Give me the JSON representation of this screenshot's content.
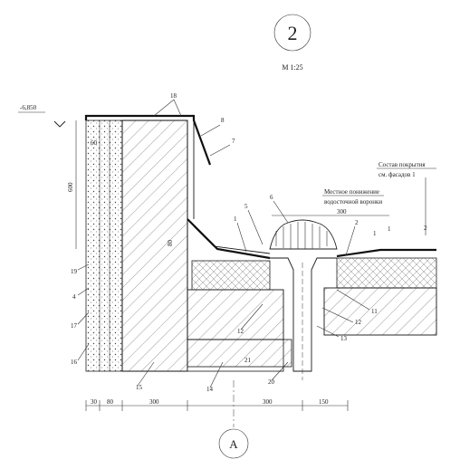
{
  "drawing": {
    "section_mark": "2",
    "scale": "М 1:25",
    "elevation": "-6,850",
    "axis_label": "А",
    "vertical_dim": "600",
    "note_top_right": [
      "Состав покрытия",
      "см. фасадов 1"
    ],
    "note_center": [
      "Местное понижение",
      "водосточной воронки"
    ],
    "dim_300_upper": "300",
    "bottom_dims": [
      "30",
      "80",
      "300",
      "300",
      "150"
    ],
    "callouts": [
      "18",
      "8",
      "7",
      "5",
      "6",
      "1",
      "1",
      "2",
      "2",
      "1",
      "80",
      "11",
      "12",
      "13",
      "14",
      "15",
      "16",
      "17",
      "19",
      "4",
      "20",
      "21",
      "60",
      "12"
    ]
  }
}
